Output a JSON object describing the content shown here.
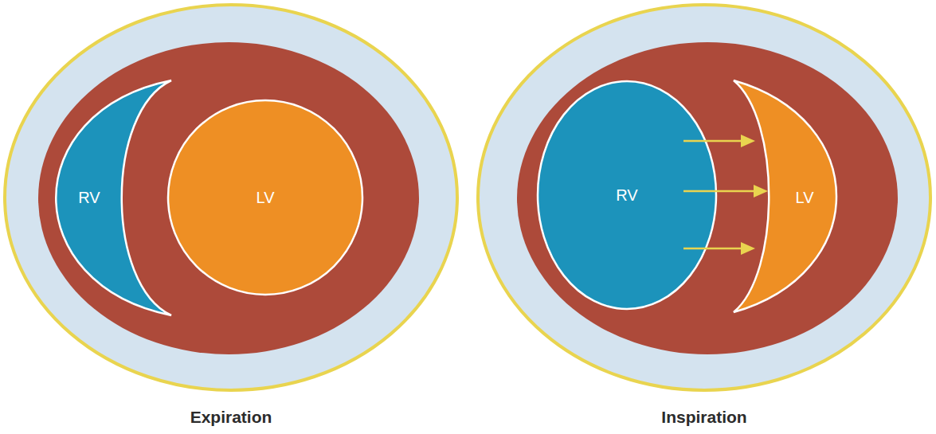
{
  "diagram": {
    "nodes": [
      {
        "text": [
          "RV"
        ]
      },
      {
        "text": [
          "LV"
        ]
      },
      {
        "text": [
          "RV"
        ]
      },
      {
        "text": [
          "LV"
        ]
      }
    ],
    "labels": [
      "Expiration",
      "Inspiration"
    ]
  }
}
